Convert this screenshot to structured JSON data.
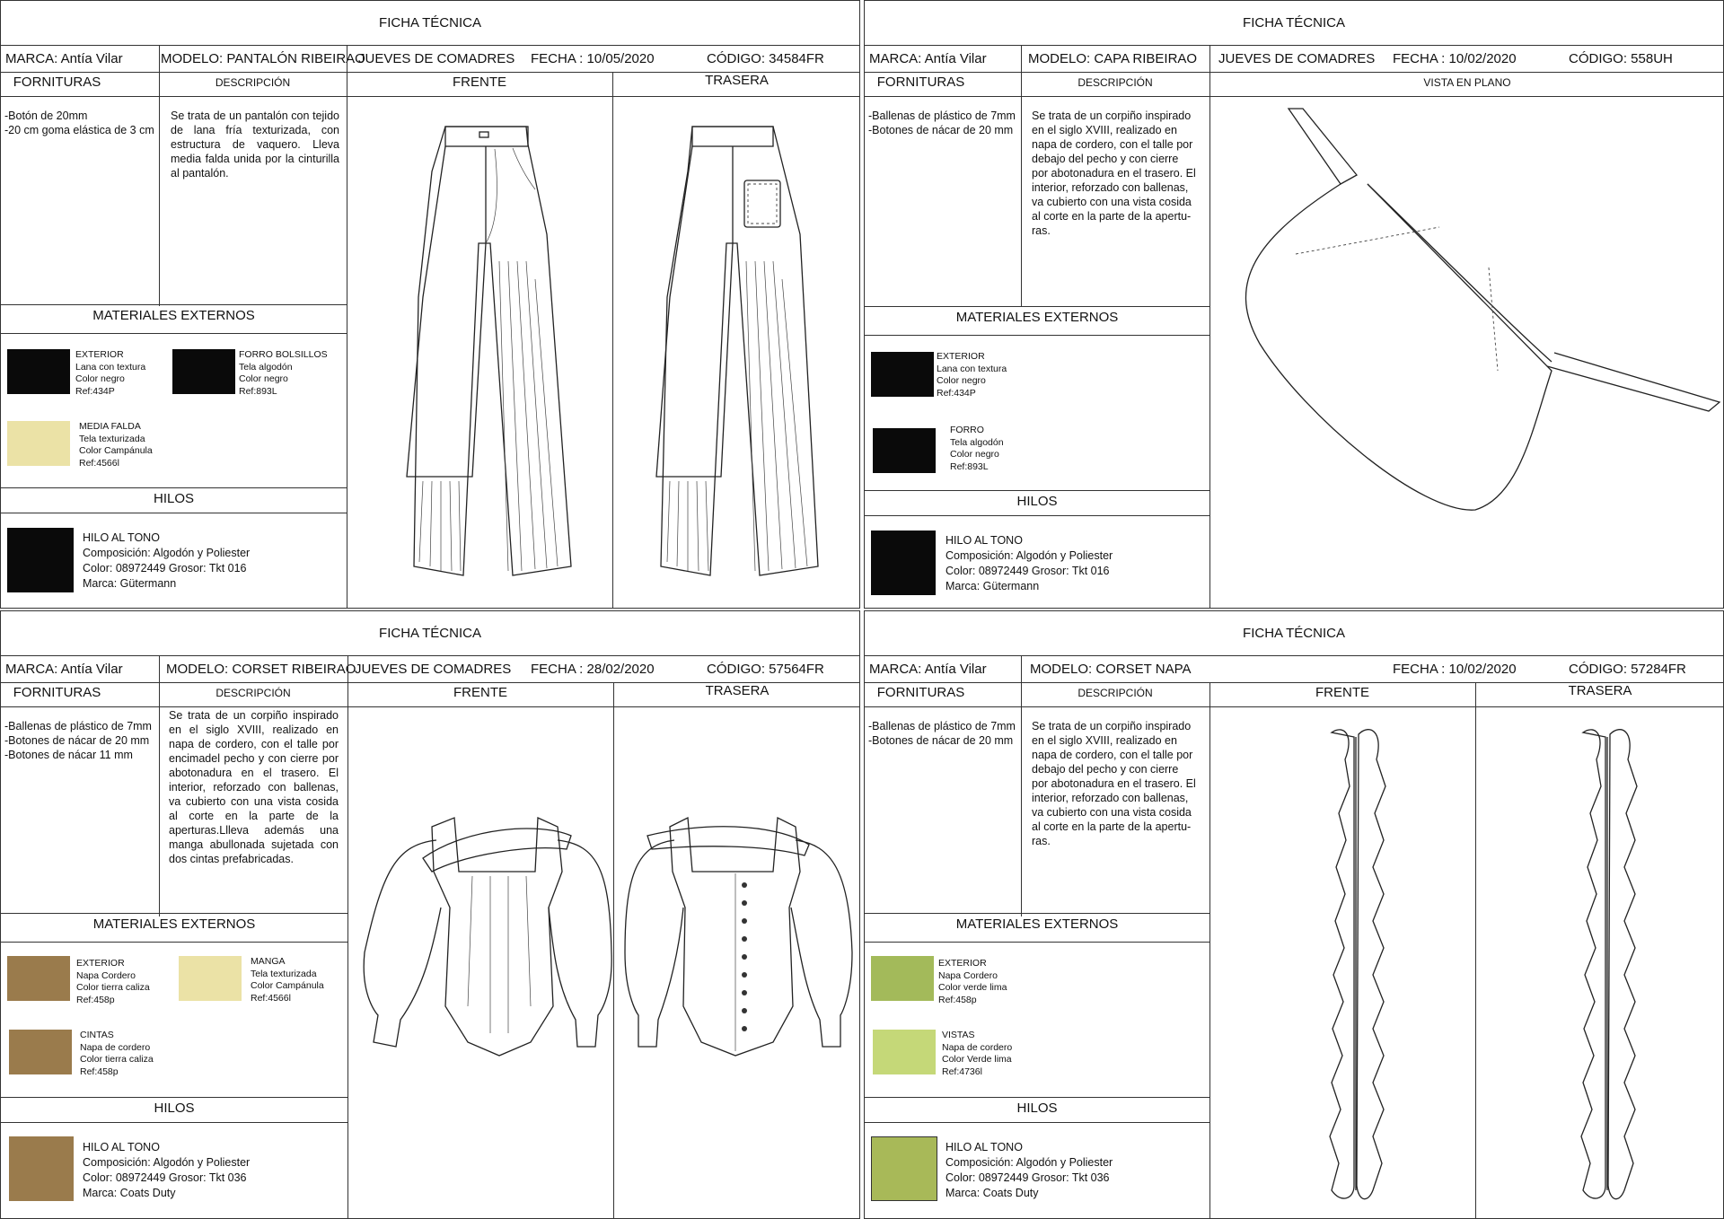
{
  "sheets": [
    {
      "title": "FICHA TÉCNICA",
      "marca": "MARCA: Antía Vilar",
      "modelo": "MODELO: PANTALÓN RIBEIRAO",
      "coleccion": "JUEVES DE COMADRES",
      "fecha": "FECHA : 10/05/2020",
      "codigo": "CÓDIGO: 34584FR",
      "fornituras_label": "FORNITURAS",
      "descripcion_label": "DESCRIPCIÓN",
      "frente_label": "FRENTE",
      "trasera_label": "TRASERA",
      "fornituras": [
        "-Botón de 20mm",
        "-20 cm goma elástica de 3 cm"
      ],
      "descripcion": "Se trata de un pantalón con tejido de lana fría texturizada, con estructura de vaquero. Lleva media falda unida por la cinturilla al pantalón.",
      "materiales_label": "MATERIALES EXTERNOS",
      "materiales": [
        {
          "name": "EXTERIOR",
          "lines": [
            "Lana con textura",
            "Color negro",
            "Ref:434P"
          ],
          "color": "#0a0a0a"
        },
        {
          "name": "FORRO BOLSILLOS",
          "lines": [
            "Tela algodón",
            "Color negro",
            "Ref:893L"
          ],
          "color": "#0a0a0a"
        },
        {
          "name": "MEDIA FALDA",
          "lines": [
            "Tela texturizada",
            "Color Campánula",
            "Ref:4566l"
          ],
          "color": "#ebe2a6"
        }
      ],
      "hilos_label": "HILOS",
      "hilo": {
        "name": "HILO AL TONO",
        "lines": [
          "Composición: Algodón y Poliester",
          "Color: 08972449  Grosor: Tkt 016",
          "Marca: Gütermann"
        ],
        "color": "#0a0a0a"
      }
    },
    {
      "title": "FICHA TÉCNICA",
      "marca": "MARCA: Antía Vilar",
      "modelo": "MODELO: CAPA RIBEIRAO",
      "coleccion": "JUEVES DE COMADRES",
      "fecha": "FECHA : 10/02/2020",
      "codigo": "CÓDIGO: 558UH",
      "fornituras_label": "FORNITURAS",
      "descripcion_label": "DESCRIPCIÓN",
      "vista_label": "VISTA EN PLANO",
      "fornituras": [
        "-Ballenas de plástico de 7mm",
        "-Botones de nácar de 20 mm"
      ],
      "descripcion_lines": [
        "Se trata de un corpiño inspirado",
        "en el siglo XVIII, realizado en",
        "napa de cordero, con el talle por",
        "debajo del pecho y con cierre",
        "por abotonadura en el trasero. El",
        "interior, reforzado con ballenas,",
        "va cubierto con una vista cosida",
        "al corte en la parte de la apertu-",
        "ras."
      ],
      "materiales_label": "MATERIALES EXTERNOS",
      "materiales": [
        {
          "name": "EXTERIOR",
          "lines": [
            "Lana con textura",
            "Color negro",
            "Ref:434P"
          ],
          "color": "#0a0a0a"
        },
        {
          "name": "FORRO",
          "lines": [
            "Tela algodón",
            "Color negro",
            "Ref:893L"
          ],
          "color": "#0a0a0a"
        }
      ],
      "hilos_label": "HILOS",
      "hilo": {
        "name": "HILO AL TONO",
        "lines": [
          "Composición: Algodón y Poliester",
          "Color: 08972449  Grosor: Tkt 016",
          "Marca: Gütermann"
        ],
        "color": "#0a0a0a"
      }
    },
    {
      "title": "FICHA TÉCNICA",
      "marca": "MARCA: Antía Vilar",
      "modelo": "MODELO: CORSET RIBEIRAO",
      "coleccion": "JUEVES DE COMADRES",
      "fecha": "FECHA : 28/02/2020",
      "codigo": "CÓDIGO: 57564FR",
      "fornituras_label": "FORNITURAS",
      "descripcion_label": "DESCRIPCIÓN",
      "frente_label": "FRENTE",
      "trasera_label": "TRASERA",
      "fornituras": [
        "-Ballenas de plástico de 7mm",
        "-Botones de nácar de 20 mm",
        "-Botones de nácar 11 mm"
      ],
      "descripcion": "Se trata de un corpiño inspirado en el siglo XVIII, realizado en napa de cordero, con el talle por encimadel pecho y con cierre por abotonadura en el trasero. El interior, reforzado con ballenas, va cubierto con una vista cosida al corte en la parte de la aperturas.Llleva además una manga abullonada sujetada con dos cintas prefabricadas.",
      "materiales_label": "MATERIALES EXTERNOS",
      "materiales": [
        {
          "name": "EXTERIOR",
          "lines": [
            "Napa Cordero",
            "Color tierra caliza",
            "Ref:458p"
          ],
          "color": "#9a7b4c"
        },
        {
          "name": "MANGA",
          "lines": [
            "Tela texturizada",
            "Color Campánula",
            "Ref:4566l"
          ],
          "color": "#ebe2a6"
        },
        {
          "name": "CINTAS",
          "lines": [
            "Napa de cordero",
            "Color tierra caliza",
            "Ref:458p"
          ],
          "color": "#9a7b4c"
        }
      ],
      "hilos_label": "HILOS",
      "hilo": {
        "name": "HILO AL TONO",
        "lines": [
          "Composición: Algodón y Poliester",
          "Color: 08972449  Grosor: Tkt 036",
          "Marca: Coats Duty"
        ],
        "color": "#9a7b4c"
      }
    },
    {
      "title": "FICHA TÉCNICA",
      "marca": "MARCA: Antía Vilar",
      "modelo": "MODELO: CORSET NAPA",
      "fecha": "FECHA : 10/02/2020",
      "codigo": "CÓDIGO: 57284FR",
      "fornituras_label": "FORNITURAS",
      "descripcion_label": "DESCRIPCIÓN",
      "frente_label": "FRENTE",
      "trasera_label": "TRASERA",
      "fornituras": [
        "-Ballenas de plástico de 7mm",
        "-Botones de nácar de 20 mm"
      ],
      "descripcion_lines": [
        "Se trata de un corpiño inspirado",
        "en el siglo XVIII, realizado en",
        "napa de cordero, con el talle por",
        "debajo del pecho y con cierre",
        "por abotonadura en el trasero. El",
        "interior, reforzado con ballenas,",
        "va cubierto con una vista cosida",
        "al corte en la parte de la apertu-",
        "ras."
      ],
      "materiales_label": "MATERIALES EXTERNOS",
      "materiales": [
        {
          "name": "EXTERIOR",
          "lines": [
            "Napa Cordero",
            "Color verde lima",
            "Ref:458p"
          ],
          "color": "#a3ba5a"
        },
        {
          "name": "VISTAS",
          "lines": [
            "Napa de cordero",
            "Color Verde lima",
            "Ref:4736l"
          ],
          "color": "#c5d878"
        }
      ],
      "hilos_label": "HILOS",
      "hilo": {
        "name": "HILO AL TONO",
        "lines": [
          "Composición: Algodón y Poliester",
          "Color: 08972449  Grosor: Tkt 036",
          "Marca: Coats Duty"
        ],
        "color": "#a8b958"
      }
    }
  ]
}
